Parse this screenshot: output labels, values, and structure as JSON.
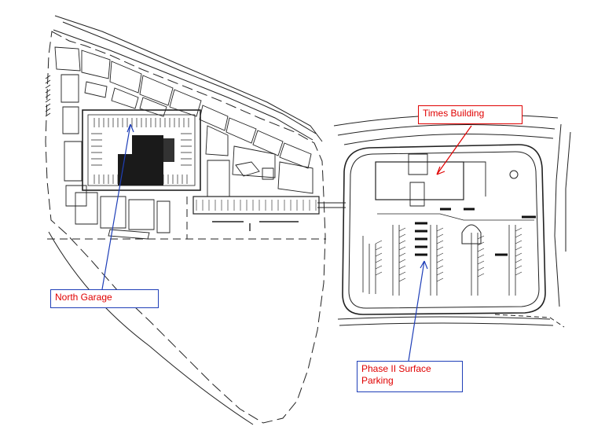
{
  "plan": {
    "labels": {
      "times_building": "Times Building",
      "north_garage": "North Garage",
      "phase2_line1": "Phase II Surface",
      "phase2_line2": "Parking"
    },
    "colors": {
      "linework": "#222222",
      "red_callout": "#e00000",
      "blue_callout": "#1f3fb8",
      "garage_fill": "#1a1a1a"
    }
  }
}
